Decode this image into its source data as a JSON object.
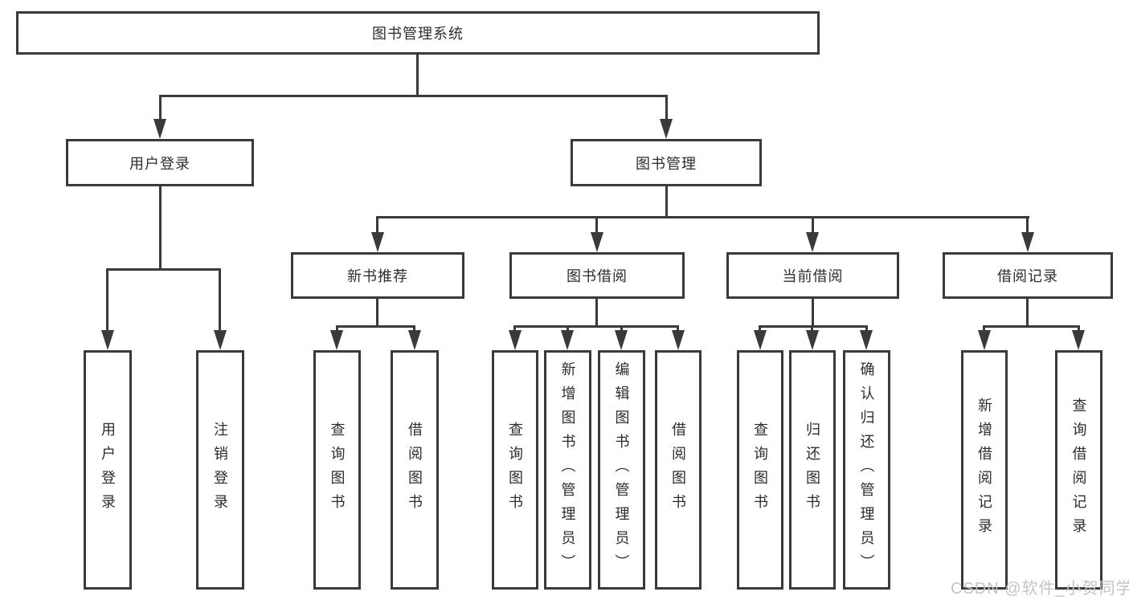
{
  "diagram": {
    "root": {
      "label": "图书管理系统"
    },
    "level2": [
      {
        "label": "用户登录"
      },
      {
        "label": "图书管理"
      }
    ],
    "level3": [
      {
        "label": "新书推荐"
      },
      {
        "label": "图书借阅"
      },
      {
        "label": "当前借阅"
      },
      {
        "label": "借阅记录"
      }
    ],
    "leaves": {
      "user_login": [
        "用户登录",
        "注销登录"
      ],
      "new_book_recommend": [
        "查询图书",
        "借阅图书"
      ],
      "book_borrow": [
        "查询图书",
        "新增图书（管理员）",
        "编辑图书（管理员）",
        "借阅图书"
      ],
      "current_borrow": [
        "查询图书",
        "归还图书",
        "确认归还（管理员）"
      ],
      "borrow_record": [
        "新增借阅记录",
        "查询借阅记录"
      ]
    },
    "watermark": "CSDN @软件_小贺同学",
    "colors": {
      "line": "#3a3a3a",
      "text": "#2d2d2d",
      "watermark": "#c4c4c4",
      "background": "#ffffff"
    }
  }
}
